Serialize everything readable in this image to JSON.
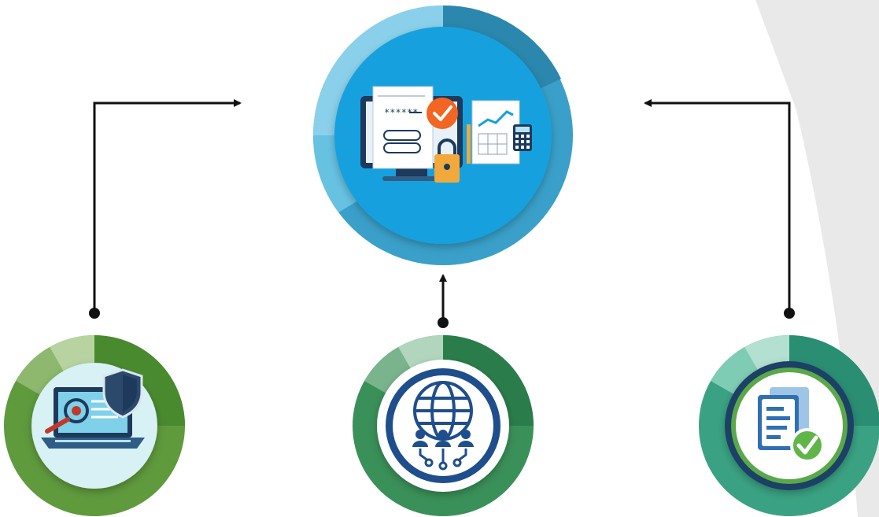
{
  "colors": {
    "background": "#ffffff",
    "side_panel": "#e9e9e9",
    "connector": "#111111",
    "center_face": "#12a1de",
    "center_ring": [
      "#67c2e2",
      "#3aa0c9",
      "#2b87ad",
      "#8bd0ea"
    ],
    "left_ring": [
      "#4a8a2f",
      "#5f9a3d",
      "#8db86e",
      "#b7d4a0"
    ],
    "middle_ring": [
      "#2a7d4a",
      "#3a9059",
      "#79b48d",
      "#b1d6bd"
    ],
    "right_ring": [
      "#2a8e73",
      "#3aa282",
      "#7fccb4",
      "#b3e0d1"
    ]
  },
  "nodes": [
    {
      "id": "center",
      "icon": "secure-reporting-icon"
    },
    {
      "id": "left",
      "icon": "laptop-security-icon"
    },
    {
      "id": "middle",
      "icon": "global-network-icon"
    },
    {
      "id": "right",
      "icon": "document-approval-icon"
    }
  ]
}
